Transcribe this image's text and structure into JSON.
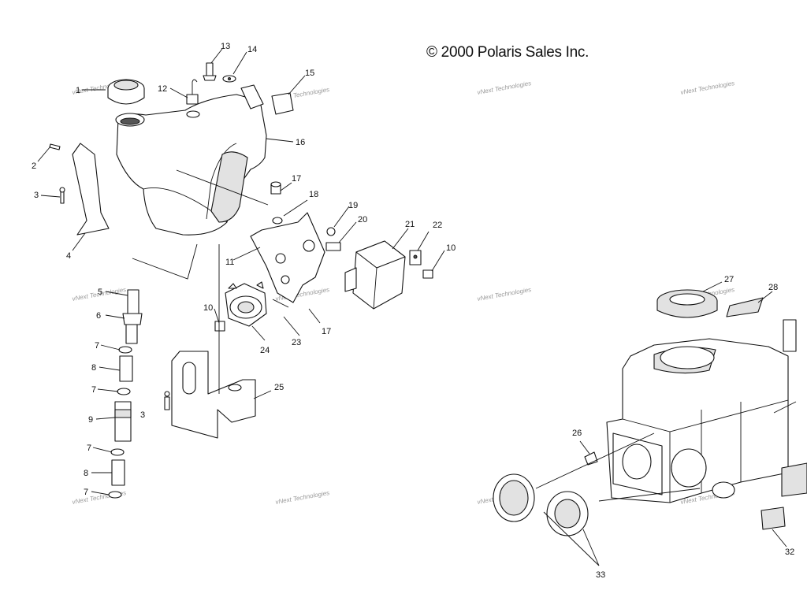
{
  "copyright": "© 2000 Polaris Sales Inc.",
  "watermark_text": "vNext Technologies",
  "callouts": [
    {
      "id": "1",
      "label": "1"
    },
    {
      "id": "2",
      "label": "2"
    },
    {
      "id": "3a",
      "label": "3"
    },
    {
      "id": "3b",
      "label": "3"
    },
    {
      "id": "4",
      "label": "4"
    },
    {
      "id": "5",
      "label": "5"
    },
    {
      "id": "6",
      "label": "6"
    },
    {
      "id": "7a",
      "label": "7"
    },
    {
      "id": "7b",
      "label": "7"
    },
    {
      "id": "7c",
      "label": "7"
    },
    {
      "id": "7d",
      "label": "7"
    },
    {
      "id": "8a",
      "label": "8"
    },
    {
      "id": "8b",
      "label": "8"
    },
    {
      "id": "9",
      "label": "9"
    },
    {
      "id": "10a",
      "label": "10"
    },
    {
      "id": "10b",
      "label": "10"
    },
    {
      "id": "11",
      "label": "11"
    },
    {
      "id": "12",
      "label": "12"
    },
    {
      "id": "13",
      "label": "13"
    },
    {
      "id": "14",
      "label": "14"
    },
    {
      "id": "15",
      "label": "15"
    },
    {
      "id": "16",
      "label": "16"
    },
    {
      "id": "17a",
      "label": "17"
    },
    {
      "id": "17b",
      "label": "17"
    },
    {
      "id": "18",
      "label": "18"
    },
    {
      "id": "19",
      "label": "19"
    },
    {
      "id": "20",
      "label": "20"
    },
    {
      "id": "21",
      "label": "21"
    },
    {
      "id": "22",
      "label": "22"
    },
    {
      "id": "23",
      "label": "23"
    },
    {
      "id": "24",
      "label": "24"
    },
    {
      "id": "25",
      "label": "25"
    },
    {
      "id": "26",
      "label": "26"
    },
    {
      "id": "27",
      "label": "27"
    },
    {
      "id": "28",
      "label": "28"
    },
    {
      "id": "32",
      "label": "32"
    },
    {
      "id": "33",
      "label": "33"
    }
  ],
  "parts": {
    "gas_cap": "gas-cap",
    "fuel_tank": "fuel-tank",
    "tank_bracket": "tank-mount-bracket",
    "fuel_pump": "fuel-pump",
    "pump_bracket": "pump-mount-bracket",
    "cdi_box": "cdi-module",
    "mount_plate": "mounting-plate",
    "fuel_filter": "inline-fuel-filter",
    "air_box": "air-box",
    "sealing_rings": "air-box-rings",
    "foam_ring": "foam-ring"
  }
}
